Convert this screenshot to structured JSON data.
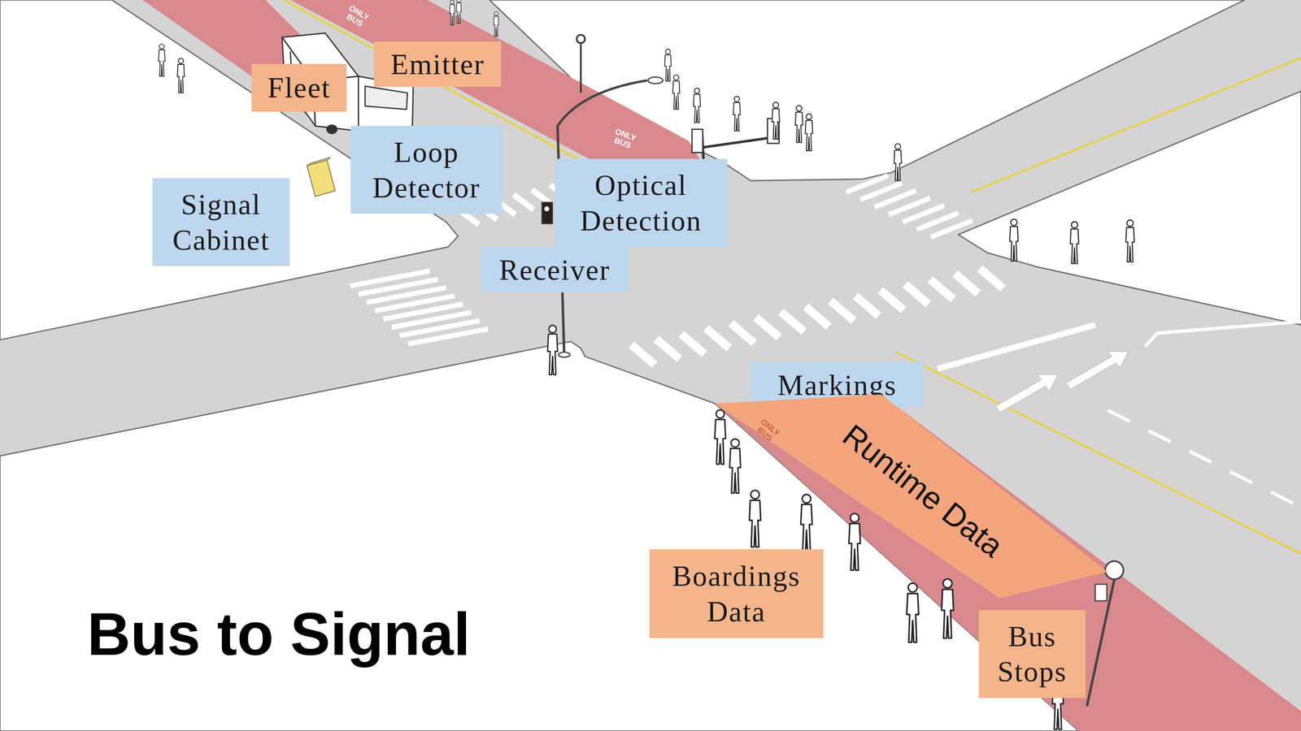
{
  "diagram": {
    "title": "Bus to Signal",
    "nodes": [
      {
        "text": [
          "Emitter"
        ]
      },
      {
        "text": [
          "Fleet"
        ]
      },
      {
        "text": [
          "Loop Detector"
        ]
      },
      {
        "text": [
          "Optical Detection"
        ]
      },
      {
        "text": [
          "Signal Cabinet"
        ]
      },
      {
        "text": [
          "Receiver"
        ]
      },
      {
        "text": [
          "Markings"
        ]
      },
      {
        "text": [
          "Runtime Data"
        ]
      },
      {
        "text": [
          "Boardings Data"
        ]
      },
      {
        "text": [
          "Bus Stops"
        ]
      }
    ],
    "labels": [
      "ONLY BUS",
      "ONLY BUS",
      "ONLY BUS"
    ]
  }
}
